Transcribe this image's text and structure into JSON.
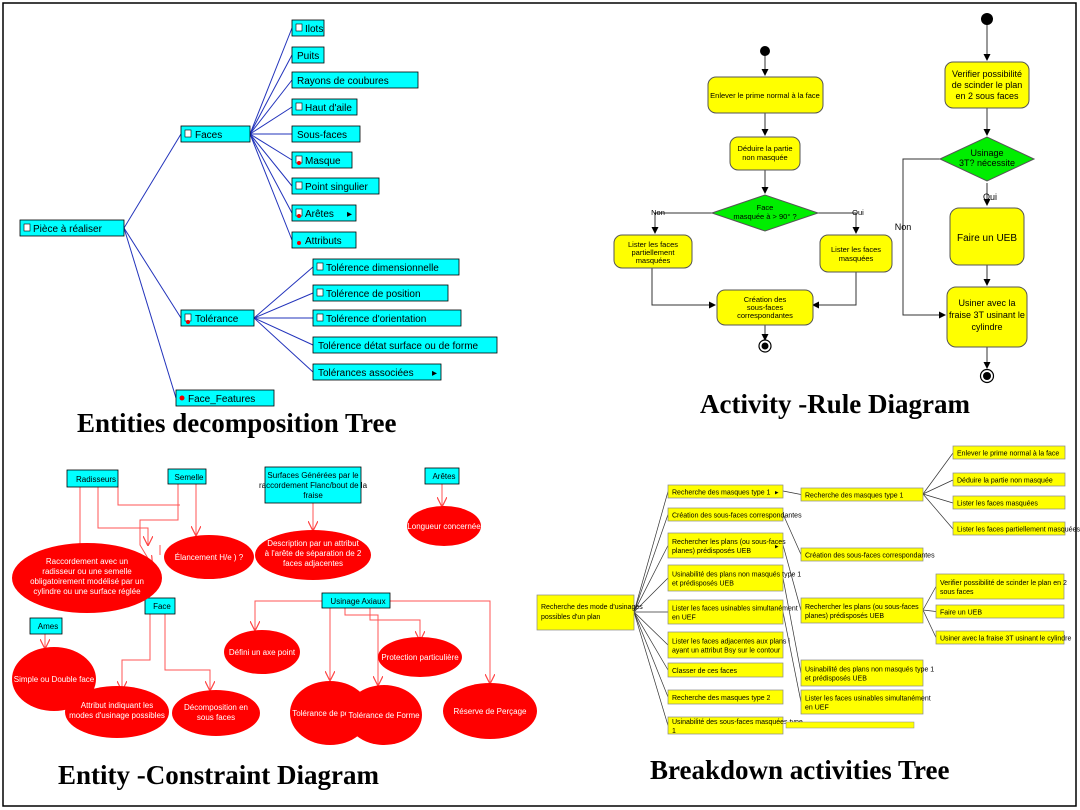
{
  "captions": {
    "entities_tree": "Entities decomposition Tree",
    "activity": "Activity  -Rule Diagram",
    "entity_constraint": "Entity  -Constraint Diagram",
    "breakdown": "Breakdown activities Tree"
  },
  "entities_tree": {
    "root": "Pièce à réaliser",
    "faces": "Faces",
    "tolerance": "Tolérance",
    "face_features": "Face_Features",
    "face_children": [
      "Ilots",
      "Puits",
      "Rayons de coubures",
      "Haut d'aile",
      "Sous-faces",
      "Masque",
      "Point singulier",
      "Arêtes",
      "Attributs"
    ],
    "tolerance_children": [
      "Tolérence dimensionnelle",
      "Tolérence de position",
      "Tolérence d'orientation",
      "Tolérence détat surface ou de forme",
      "Tolérances associées"
    ],
    "expand_arrow": "▸"
  },
  "activity_left": {
    "a1": "Enlever le prime normal à la face",
    "a2": [
      "Déduire la partie",
      "non masquée"
    ],
    "decision": [
      "Face",
      "masquée à > 90° ?"
    ],
    "non": "Non",
    "oui": "Oui",
    "left": [
      "Lister les faces",
      "partiellement",
      "masquées"
    ],
    "right": [
      "Lister les faces",
      "masquées"
    ],
    "merge": [
      "Création des",
      "sous-faces",
      "correspondantes"
    ]
  },
  "activity_right": {
    "a1": [
      "Verifier possibilité",
      "de scinder le plan",
      "en 2 sous faces"
    ],
    "decision": [
      "Usinage",
      "3T? nécessite"
    ],
    "oui": "Oui",
    "non": "Non",
    "a2": "Faire un UEB",
    "a3": [
      "Usiner avec la",
      "fraise 3T usinant le",
      "cylindre"
    ]
  },
  "entity_constraint": {
    "entities": {
      "raidisseur": "Radisseurs",
      "semelle": "Semelle",
      "surfaces": [
        "Surfaces Générées par le",
        "raccordement Flanc/bout de la",
        "fraise"
      ],
      "aretes": "Arêtes",
      "face": "Face",
      "ames": "Ames",
      "usinage": "Usinage Axiaux"
    },
    "constraints": {
      "raccordement": [
        "Raccordement avec un",
        "radisseur ou une semelle",
        "obligatoirement modélisé par un",
        "cylindre ou une surface réglée"
      ],
      "elancement": "Élancement H/e ) ?",
      "description": [
        "Description par un attribut",
        "à l'arête de séparation de 2",
        "faces adjacentes"
      ],
      "longueur": "Longueur concernée",
      "simple": "Simple ou Double face",
      "attribut": [
        "Attribut indiquant les",
        "modes d'usinage possibles"
      ],
      "decomposition": [
        "Décomposition en",
        "sous faces"
      ],
      "defini": [
        "Défini un axe point"
      ],
      "tol_position": "Tolérance de position",
      "tol_forme": "Tolérance de Forme",
      "protection": "Protection particulière",
      "reserve": "Réserve de Perçage"
    }
  },
  "breakdown": {
    "root": [
      "Recherche des mode d'usinages",
      "possibles d'un plan"
    ],
    "col1": [
      [
        "Recherche des masques type 1"
      ],
      [
        "Création des sous-faces correspondantes"
      ],
      [
        "Rechercher les plans (ou sous-faces",
        "planes) prédisposés UEB"
      ],
      [
        "Usinabilité des plans non masqués type 1",
        "et prédisposés UEB"
      ],
      [
        "Lister les faces usinables simultanément",
        "en UEF"
      ],
      [
        "Lister les faces adjacentes aux plans i",
        "ayant un attribut Bsy sur le contour"
      ],
      [
        "Classer de ces faces"
      ],
      [
        "Recherche des masques type 2"
      ],
      [
        "Usinabilité des sous-faces masquées type",
        "1"
      ]
    ],
    "col2": [
      [
        "Recherche des masques type 1"
      ],
      [
        "Création des sous-faces correspondantes"
      ],
      [
        "Rechercher les plans (ou sous-faces",
        "planes) prédisposés UEB"
      ],
      [
        "Usinabilité des plans non masqués type 1",
        "et prédisposés UEB"
      ],
      [
        "Lister les faces usinables simultanément",
        "en UEF"
      ]
    ],
    "col3a": [
      "Enlever le prime normal à la face",
      "Déduire la partie non masquée",
      "Lister les faces masquées",
      "Lister les faces partiellement masquées"
    ],
    "col3b": [
      [
        "Verifier possibilité de scinder le plan en 2",
        "sous faces"
      ],
      [
        "Faire un UEB"
      ],
      [
        "Usiner avec la fraise 3T usinant le cylindre"
      ]
    ],
    "expand_arrow": "▸"
  },
  "colors": {
    "cyan": "#00ffff",
    "yellow": "#ffff00",
    "green": "#00ff00",
    "red": "#ff0000",
    "edge_blue": "#0000cc",
    "edge_red": "#ff6666"
  }
}
